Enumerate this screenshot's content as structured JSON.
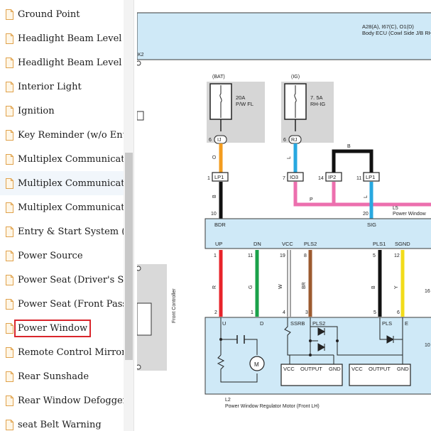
{
  "sidebar": {
    "items": [
      {
        "label": "Ground Point"
      },
      {
        "label": "Headlight Beam Level Con"
      },
      {
        "label": "Headlight Beam Level Con"
      },
      {
        "label": "Interior Light"
      },
      {
        "label": "Ignition"
      },
      {
        "label": "Key Reminder (w/o Entry &"
      },
      {
        "label": "Multiplex Communication"
      },
      {
        "label": "Multiplex Communication"
      },
      {
        "label": "Multiplex Communication"
      },
      {
        "label": "Entry & Start System (Push-"
      },
      {
        "label": "Power Source"
      },
      {
        "label": "Power Seat (Driver's Seat)"
      },
      {
        "label": "Power Seat (Front Passenge"
      },
      {
        "label": "Power Window"
      },
      {
        "label": "Remote Control Mirror"
      },
      {
        "label": "Rear Sunshade"
      },
      {
        "label": "Rear Window Defogger"
      },
      {
        "label": "seat Belt Warning"
      }
    ]
  },
  "diagram": {
    "body_ecu": {
      "line1": "A28(A), I67(C), O1(D)",
      "line2": "Body ECU (Cowl Side J/B RH"
    },
    "left_marker": "K2",
    "fuse_bat": {
      "source": "(BAT)",
      "rating": "20A",
      "name": "P/W FL",
      "pin": "6",
      "connector": "IJ"
    },
    "fuse_ig": {
      "source": "(IG)",
      "rating": "7. 5A",
      "name": "RH-IG",
      "pin": "6",
      "connector": "RJ"
    },
    "wire_labels": {
      "o": "O",
      "l1": "L",
      "l2": "L",
      "b_top": "B",
      "b_mid": "B",
      "p": "P"
    },
    "conn_lp1_a": {
      "pin": "1",
      "name": "LP1"
    },
    "conn_io3": {
      "pin": "7",
      "name": "IO3"
    },
    "conn_ip2": {
      "pin": "14",
      "name": "IP2"
    },
    "conn_lp1_b": {
      "pin": "11",
      "name": "LP1"
    },
    "switch_pins": {
      "bdr_pin": "10",
      "sig_pin": "20"
    },
    "l5": {
      "id": "L5",
      "name": "Power Window"
    },
    "master_switch": {
      "bdr": "BDR",
      "sig": "SIG"
    },
    "terminals": [
      {
        "name": "UP",
        "top_pin": "1",
        "wire": "R",
        "bottom_pin": "2"
      },
      {
        "name": "DN",
        "top_pin": "11",
        "wire": "G",
        "bottom_pin": "1"
      },
      {
        "name": "VCC",
        "top_pin": "19",
        "wire": "W",
        "bottom_pin": "4"
      },
      {
        "name": "PLS2",
        "top_pin": "8",
        "wire": "BR",
        "bottom_pin": "3"
      },
      {
        "name": "PLS1",
        "top_pin": "5",
        "wire": "B",
        "bottom_pin": "5"
      },
      {
        "name": "SGND",
        "top_pin": "12",
        "wire": "Y",
        "bottom_pin": "6"
      }
    ],
    "side_number_16": "16",
    "side_number_10": "10",
    "motor_terms": {
      "u": "U",
      "d": "D",
      "ssrb": "SSRB",
      "pls2": "PLS2",
      "pls": "PLS",
      "e": "E",
      "m": "M"
    },
    "ic1": {
      "vcc": "VCC",
      "output": "OUTPUT",
      "gnd": "GND"
    },
    "ic2": {
      "vcc": "VCC",
      "output": "OUTPUT",
      "gnd": "GND"
    },
    "motor": {
      "id": "L2",
      "name": "Power Window Regulator Motor (Front LH)"
    },
    "front_controller": "Front Controller",
    "colors": {
      "red": "#e8232a",
      "green": "#1aa14a",
      "brown": "#9c5a2f",
      "yellow": "#f2dc1a",
      "orange": "#f39c1f",
      "blue": "#28a8e0",
      "pink": "#ec6fae",
      "box": "#cfe9f7"
    }
  }
}
